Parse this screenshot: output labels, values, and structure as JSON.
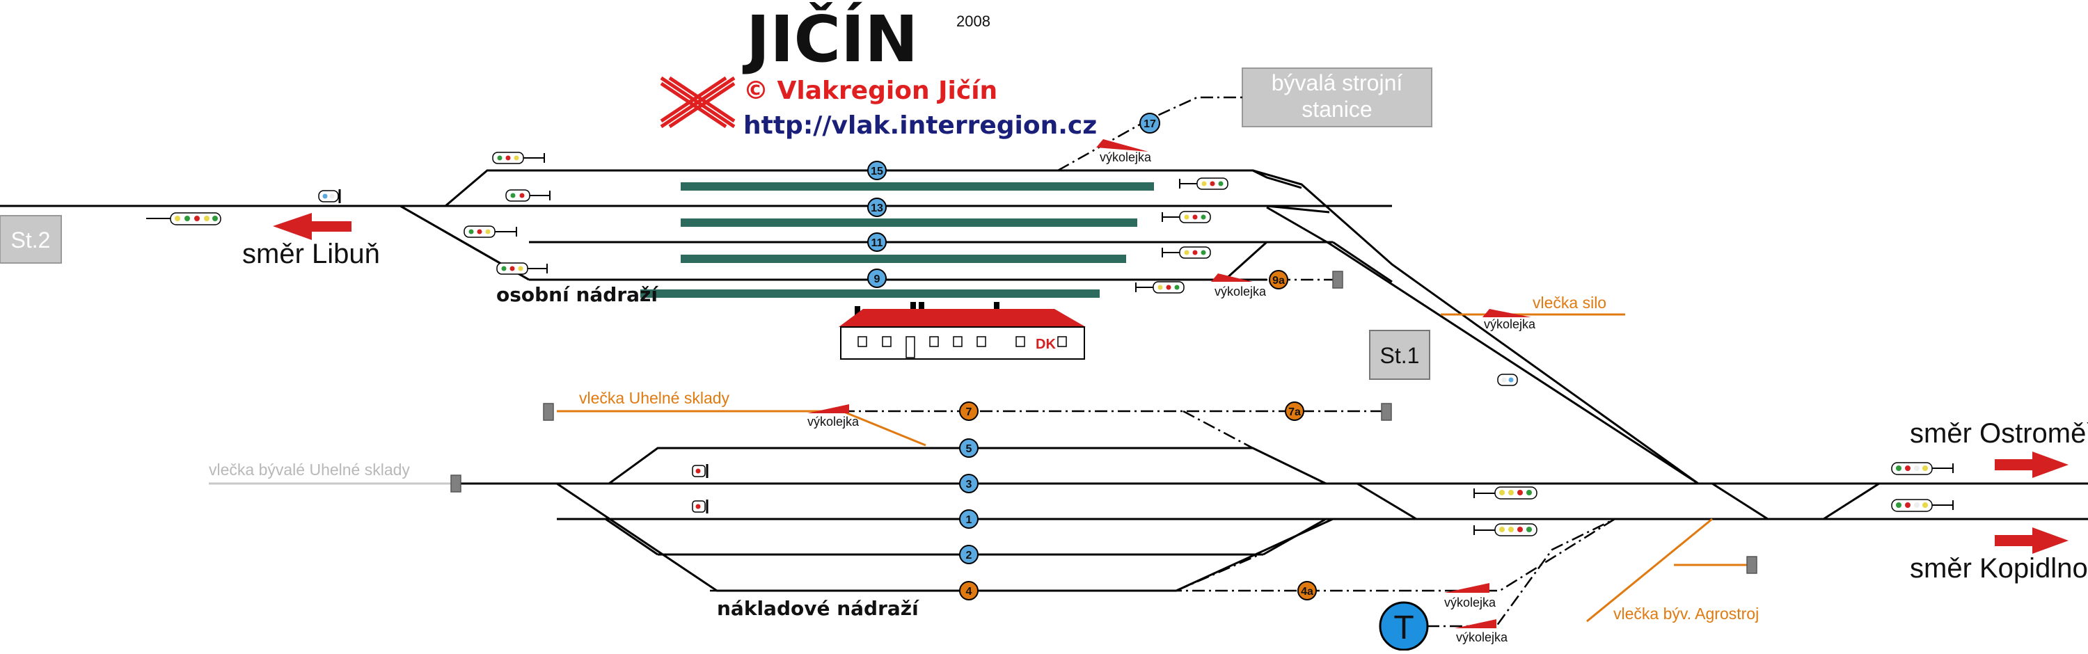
{
  "header": {
    "station_title": "JIČÍN",
    "year": "2008",
    "copyright": "© Vlakregion Jičín",
    "url": "http://vlak.interregion.cz"
  },
  "directions": {
    "libun": "směr Libuň",
    "ostromer": "směr Ostroměř",
    "kopidlno": "směr Kopidlno"
  },
  "areas": {
    "passenger_station": "osobní nádraží",
    "freight_station": "nákladové nádraží"
  },
  "boxes": {
    "st2": "St.2",
    "st1": "St.1",
    "engine_shed": [
      "bývalá strojní",
      "stanice"
    ]
  },
  "sidings": {
    "silo": "vlečka silo",
    "uhelne": "vlečka Uhelné sklady",
    "former_uhelne": "vlečka bývalé Uhelné sklady",
    "agrostroj": "vlečka býv. Agrostroj"
  },
  "derailer_label": "výkolejka",
  "building_label": "DK",
  "tracks": {
    "t15": "15",
    "t13": "13",
    "t11": "11",
    "t9": "9",
    "t9a": "9a",
    "t17": "17",
    "t7": "7",
    "t7a": "7a",
    "t5": "5",
    "t3": "3",
    "t1": "1",
    "t2": "2",
    "t4": "4",
    "t4a": "4a",
    "tT": "T"
  },
  "colors": {
    "track": "#000000",
    "platform": "#2e6b5f",
    "siding": "#e07a10",
    "former_siding": "#c8c8c8",
    "arrow": "#d42020",
    "circle_blue": "#5aa9e0",
    "circle_orange": "#e07a10",
    "building_roof": "#d42020",
    "box_grey": "#c8c8c8"
  }
}
